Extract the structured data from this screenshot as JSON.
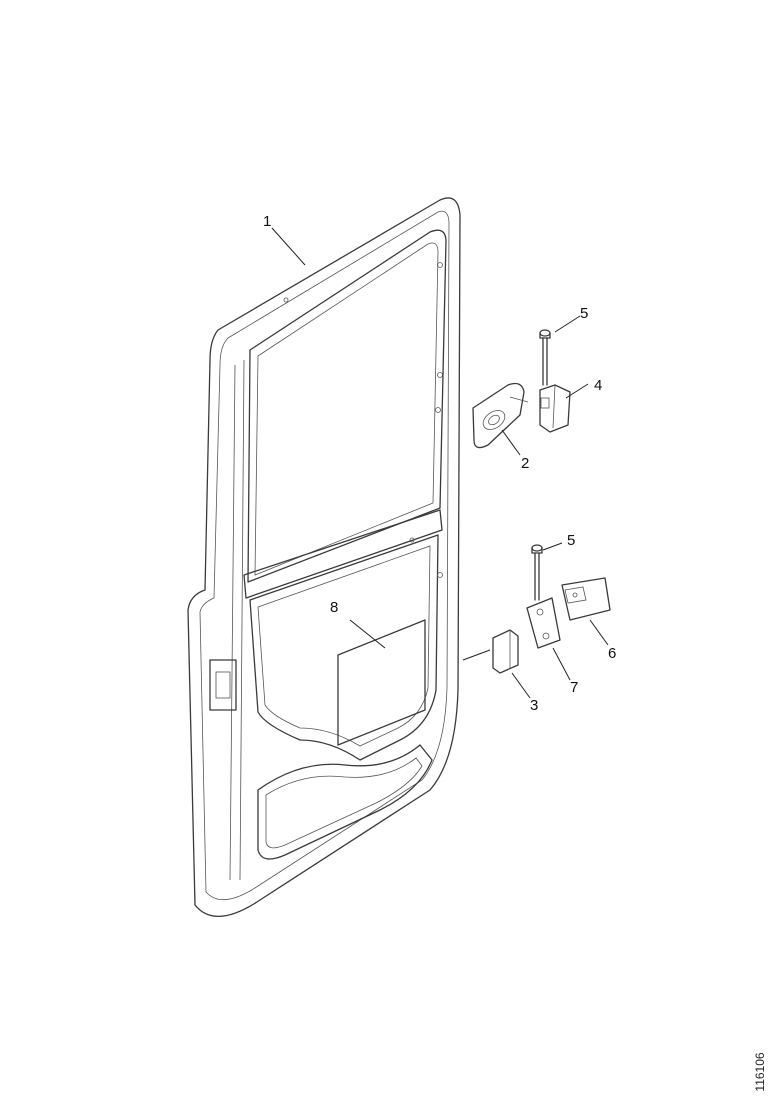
{
  "callouts": [
    {
      "id": "c1",
      "text": "1"
    },
    {
      "id": "c2",
      "text": "2"
    },
    {
      "id": "c3",
      "text": "3"
    },
    {
      "id": "c4",
      "text": "4"
    },
    {
      "id": "c5a",
      "text": "5"
    },
    {
      "id": "c5b",
      "text": "5"
    },
    {
      "id": "c6",
      "text": "6"
    },
    {
      "id": "c7",
      "text": "7"
    },
    {
      "id": "c8",
      "text": "8"
    }
  ],
  "reference_code": "116106"
}
